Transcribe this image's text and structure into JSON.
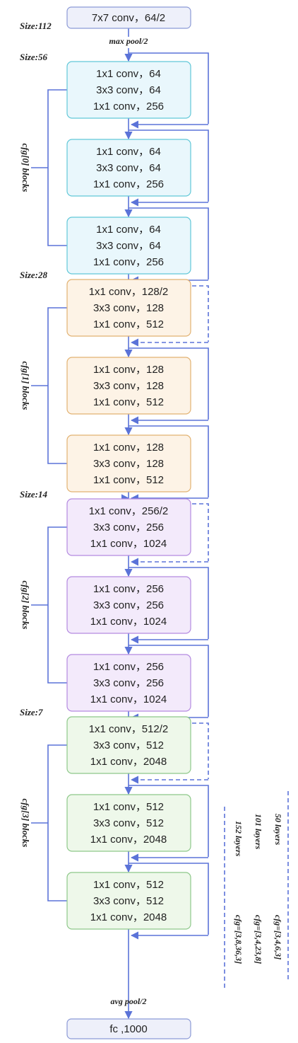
{
  "colors": {
    "line": "#5b73d8",
    "stem_fill": "#eef0fa",
    "stem_stroke": "#8c9ad6",
    "stage_fills": [
      "#e9f7fc",
      "#fdf3e6",
      "#f3eafb",
      "#eef8ea"
    ],
    "stage_strokes": [
      "#62c8d8",
      "#e2b272",
      "#b48ae0",
      "#8ec88a"
    ]
  },
  "stem": {
    "label": "7x7 conv，64/2"
  },
  "labels": {
    "size_112": "Size:112",
    "max_pool": "max pool/2",
    "avg_pool": "avg pool/2"
  },
  "head": {
    "label": "fc ,1000"
  },
  "stages": [
    {
      "size": "Size:56",
      "group": "cfg[0] blocks",
      "blocks": [
        [
          "1x1 conv，64",
          "3x3 conv，64",
          "1x1 conv，256"
        ],
        [
          "1x1 conv，64",
          "3x3 conv，64",
          "1x1 conv，256"
        ],
        [
          "1x1 conv，64",
          "3x3 conv，64",
          "1x1 conv，256"
        ]
      ]
    },
    {
      "size": "Size:28",
      "group": "cfg[1] blocks",
      "blocks": [
        [
          "1x1 conv，128/2",
          "3x3 conv，128",
          "1x1 conv，512"
        ],
        [
          "1x1 conv，128",
          "3x3 conv，128",
          "1x1 conv，512"
        ],
        [
          "1x1 conv，128",
          "3x3 conv，128",
          "1x1 conv，512"
        ]
      ]
    },
    {
      "size": "Size:14",
      "group": "cfg[2] blocks",
      "blocks": [
        [
          "1x1 conv，256/2",
          "3x3 conv，256",
          "1x1 conv，1024"
        ],
        [
          "1x1 conv，256",
          "3x3 conv，256",
          "1x1 conv，1024"
        ],
        [
          "1x1 conv，256",
          "3x3 conv，256",
          "1x1 conv，1024"
        ]
      ]
    },
    {
      "size": "Size:7",
      "group": "cfg[3] blocks",
      "blocks": [
        [
          "1x1 conv，512/2",
          "3x3 conv，512",
          "1x1 conv，2048"
        ],
        [
          "1x1 conv，512",
          "3x3 conv，512",
          "1x1 conv，2048"
        ],
        [
          "1x1 conv，512",
          "3x3 conv，512",
          "1x1 conv，2048"
        ]
      ]
    }
  ],
  "legend": [
    {
      "layers": "50 layers",
      "cfg": "cfg=[3,4,6,3]"
    },
    {
      "layers": "101 layers",
      "cfg": "cfg=[3,4,23,8]"
    },
    {
      "layers": "152 layers",
      "cfg": "cfg=[3,8,36,3]"
    }
  ]
}
